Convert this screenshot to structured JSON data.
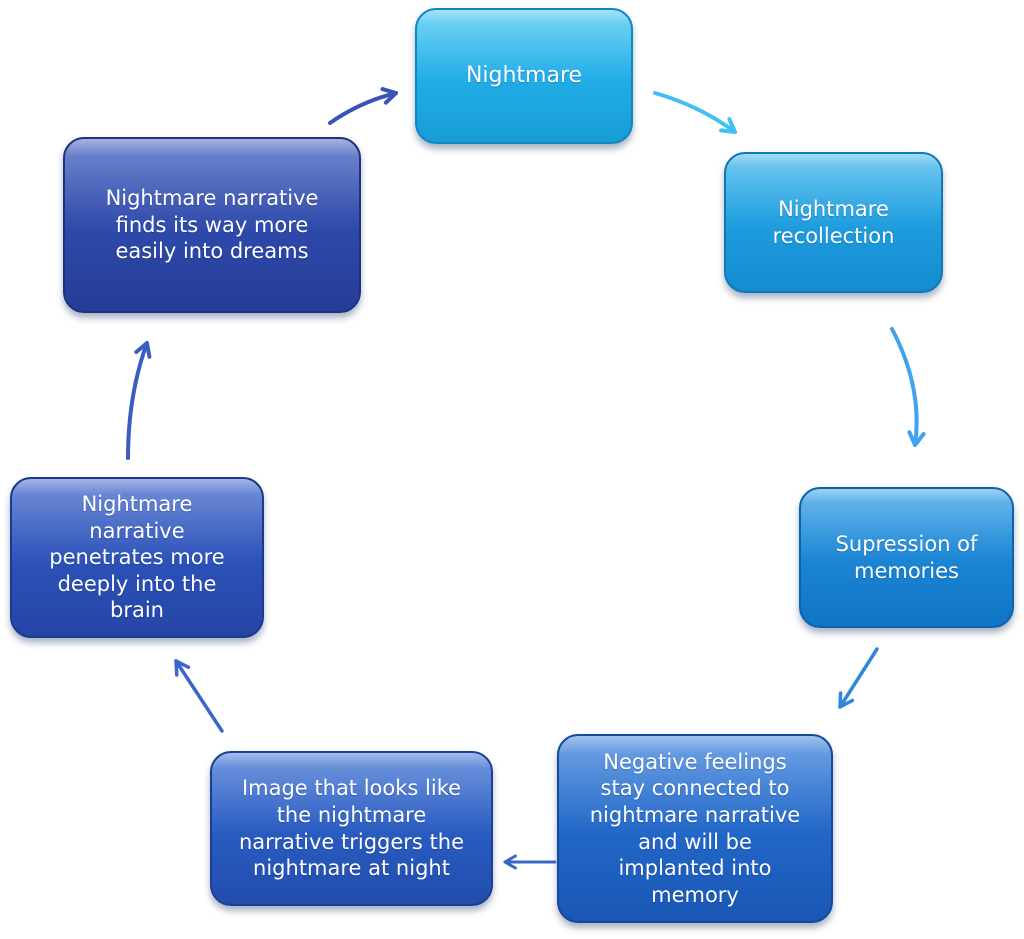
{
  "diagram": {
    "type": "cycle",
    "background_color": "#ffffff",
    "text_color": "#ffffff",
    "nodes": [
      {
        "id": "nightmare",
        "label": "Nightmare",
        "colors": {
          "light": "#4cc9f2",
          "base": "#22aee8",
          "dark": "#189dd6",
          "border": "#1187c0"
        }
      },
      {
        "id": "nightmare-recollection",
        "label": "Nightmare\nrecollection",
        "colors": {
          "light": "#45b8ec",
          "base": "#1f9edf",
          "dark": "#148cd0",
          "border": "#0f78b8"
        }
      },
      {
        "id": "supression-of-memories",
        "label": "Supression of\nmemories",
        "colors": {
          "light": "#3fa3e6",
          "base": "#1b86d5",
          "dark": "#1174c4",
          "border": "#0d62ac"
        }
      },
      {
        "id": "negative-feelings",
        "label": "Negative feelings\nstay connected to\nnightmare narrative\nand will be\nimplanted into\nmemory",
        "colors": {
          "light": "#4285db",
          "base": "#2268c9",
          "dark": "#1a57b5",
          "border": "#16489e"
        }
      },
      {
        "id": "image-triggers-nightmare",
        "label": "Image that looks like\nthe nightmare\nnarrative triggers the\nnightmare at night",
        "colors": {
          "light": "#4677d4",
          "base": "#2a5dc2",
          "dark": "#224dad",
          "border": "#1c3f94"
        }
      },
      {
        "id": "narrative-penetrates-brain",
        "label": "Nightmare\nnarrative\npenetrates more\ndeeply into the\nbrain",
        "colors": {
          "light": "#476ccc",
          "base": "#2c53ba",
          "dark": "#2545a5",
          "border": "#1e388c"
        }
      },
      {
        "id": "narrative-into-dreams",
        "label": "Nightmare narrative\nfinds its way more\neasily into dreams",
        "colors": {
          "light": "#4864c0",
          "base": "#2e4aac",
          "dark": "#263d97",
          "border": "#1f3280"
        }
      }
    ],
    "arrows": [
      {
        "from": "nightmare",
        "to": "nightmare-recollection",
        "color": "#41c0f1"
      },
      {
        "from": "nightmare-recollection",
        "to": "supression-of-memories",
        "color": "#3fa3ee"
      },
      {
        "from": "supression-of-memories",
        "to": "negative-feelings",
        "color": "#2f86dc"
      },
      {
        "from": "negative-feelings",
        "to": "image-triggers-nightmare",
        "color": "#3568c6"
      },
      {
        "from": "image-triggers-nightmare",
        "to": "narrative-penetrates-brain",
        "color": "#3b66cb"
      },
      {
        "from": "narrative-penetrates-brain",
        "to": "narrative-into-dreams",
        "color": "#3a5dc2"
      },
      {
        "from": "narrative-into-dreams",
        "to": "nightmare",
        "color": "#3953b6"
      }
    ]
  }
}
